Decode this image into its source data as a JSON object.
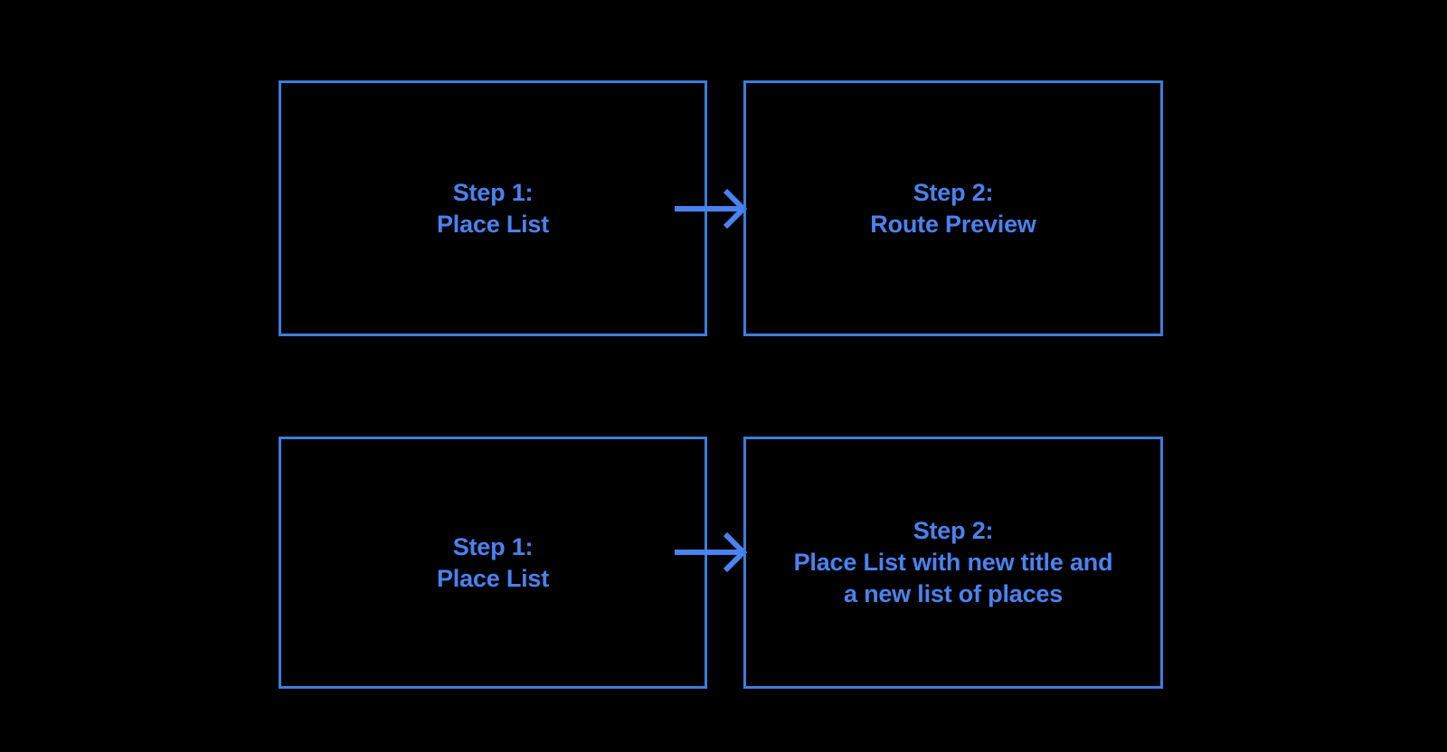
{
  "diagram": {
    "type": "flowchart",
    "background_color": "#000000",
    "accent_color": "#3b7ddd",
    "text_color": "#4a82f0",
    "rows": [
      {
        "id": "row-1",
        "from": {
          "title": "Step 1:",
          "subtitle": "Place List",
          "full_text": "Step 1:\nPlace List"
        },
        "connector": {
          "kind": "arrow-right",
          "icon": "arrow-right-icon"
        },
        "to": {
          "title": "Step 2:",
          "subtitle": "Route Preview",
          "full_text": "Step 2:\nRoute Preview"
        }
      },
      {
        "id": "row-2",
        "from": {
          "title": "Step 1:",
          "subtitle": "Place List",
          "full_text": "Step 1:\nPlace List"
        },
        "connector": {
          "kind": "arrow-right",
          "icon": "arrow-right-icon"
        },
        "to": {
          "title": "Step 2:",
          "subtitle": "Place List with new title and a new list of places",
          "full_text": "Step 2:\nPlace List with new title and\na new list of places"
        }
      }
    ]
  }
}
